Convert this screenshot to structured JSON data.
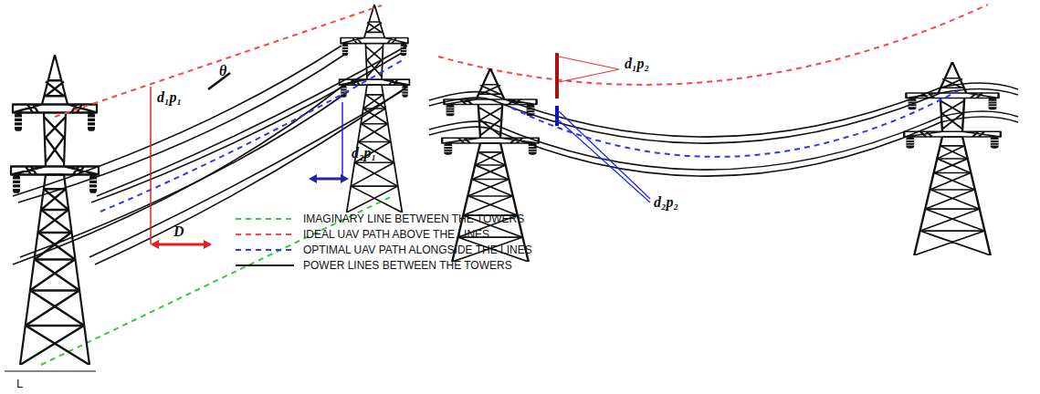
{
  "diagram": {
    "labels": [
      "d₁p₁",
      "θ",
      "D",
      "d₂p₁",
      "L",
      "d₁p₂",
      "d₂p₂"
    ],
    "legend": [
      {
        "text": "IMAGINARY LINE BETWEEN THE TOWERS"
      },
      {
        "text": "IDEAL UAV PATH ABOVE THE LINES"
      },
      {
        "text": "OPTIMAL UAV PATH ALONGSIDE THE LINES"
      },
      {
        "text": "POWER LINES BETWEEN THE TOWERS"
      }
    ]
  }
}
